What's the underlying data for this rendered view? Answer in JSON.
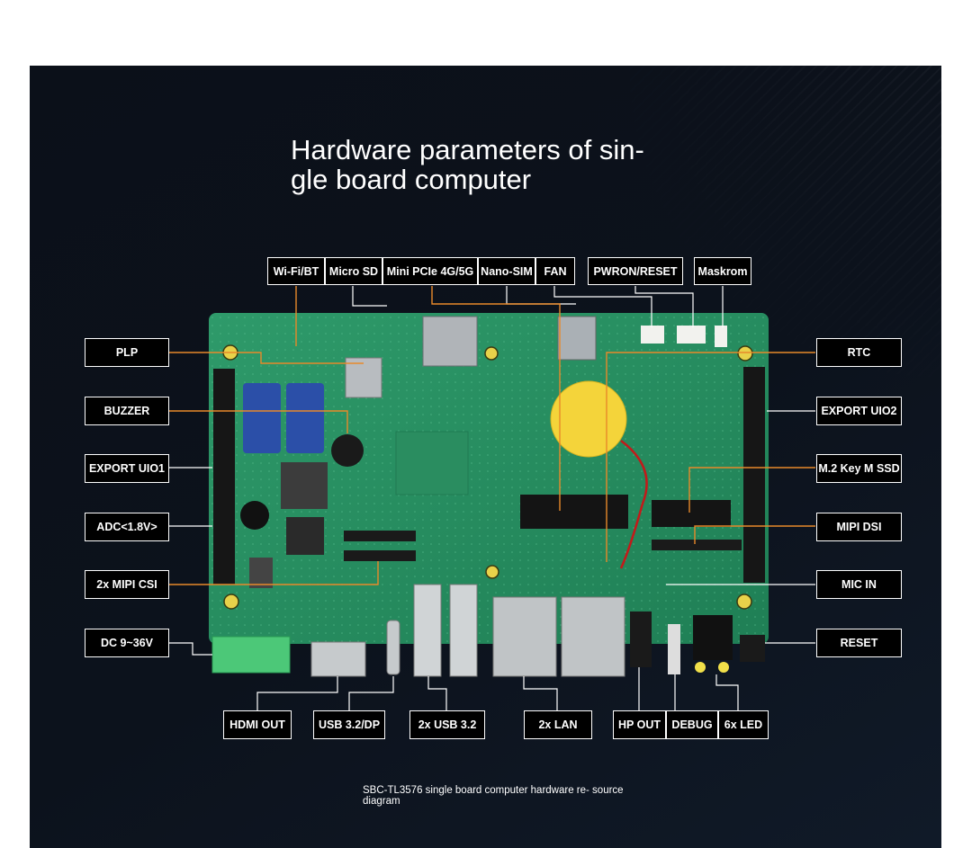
{
  "title": "Hardware parameters of sin-\ngle board computer",
  "caption": "SBC-TL3576 single board computer hardware re- source diagram",
  "labels": {
    "wifi_bt": "Wi-Fi/BT",
    "micro_sd": "Micro SD",
    "mini_pcie": "Mini PCIe 4G/5G",
    "nano_sim": "Nano-SIM",
    "fan": "FAN",
    "pwron_reset": "PWRON/RESET",
    "maskrom": "Maskrom",
    "plp": "PLP",
    "buzzer": "BUZZER",
    "export_uio1": "EXPORT UIO1",
    "adc": "ADC<1.8V>",
    "mipi_csi": "2x MIPI CSI",
    "dc": "DC 9~36V",
    "rtc": "RTC",
    "export_uio2": "EXPORT UIO2",
    "m2_ssd": "M.2 Key M SSD",
    "mipi_dsi": "MIPI DSI",
    "mic_in": "MIC IN",
    "reset": "RESET",
    "hdmi_out": "HDMI OUT",
    "usb_dp": "USB 3.2/DP",
    "usb_2x": "2x USB 3.2",
    "lan_2x": "2x LAN",
    "hp_out": "HP OUT",
    "debug": "DEBUG",
    "led_6x": "6x LED"
  },
  "colors": {
    "background": "#0c121c",
    "pcb": "#2a8d60",
    "label_border": "#ffffff",
    "leader_orange": "#e8892a",
    "leader_white": "#ffffff"
  }
}
